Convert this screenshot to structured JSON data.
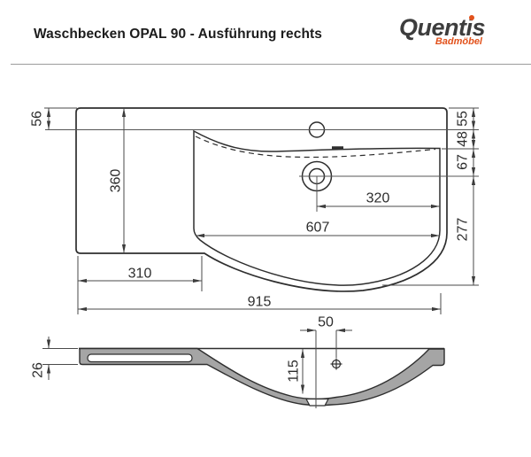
{
  "header": {
    "title": "Waschbecken OPAL 90 - Ausführung rechts",
    "brand": "Quentis",
    "brand_sub": "Badmöbel"
  },
  "colors": {
    "brand_dark": "#3d3d3d",
    "brand_orange": "#e2521c",
    "outline": "#2e2e2e",
    "section_fill": "#a5a5a5"
  },
  "plan_dims": {
    "tap_line_offset": "56",
    "left_depth": "360",
    "shelf_width": "310",
    "total_width": "915",
    "drain_to_edge": "320",
    "bowl_width": "607",
    "top_to_tap": "55",
    "tap_to_rim": "48",
    "rim_to_drain": "67",
    "bowl_depth": "277"
  },
  "section_dims": {
    "edge_thickness": "26",
    "overflow_offset": "50",
    "bowl_height": "115"
  }
}
